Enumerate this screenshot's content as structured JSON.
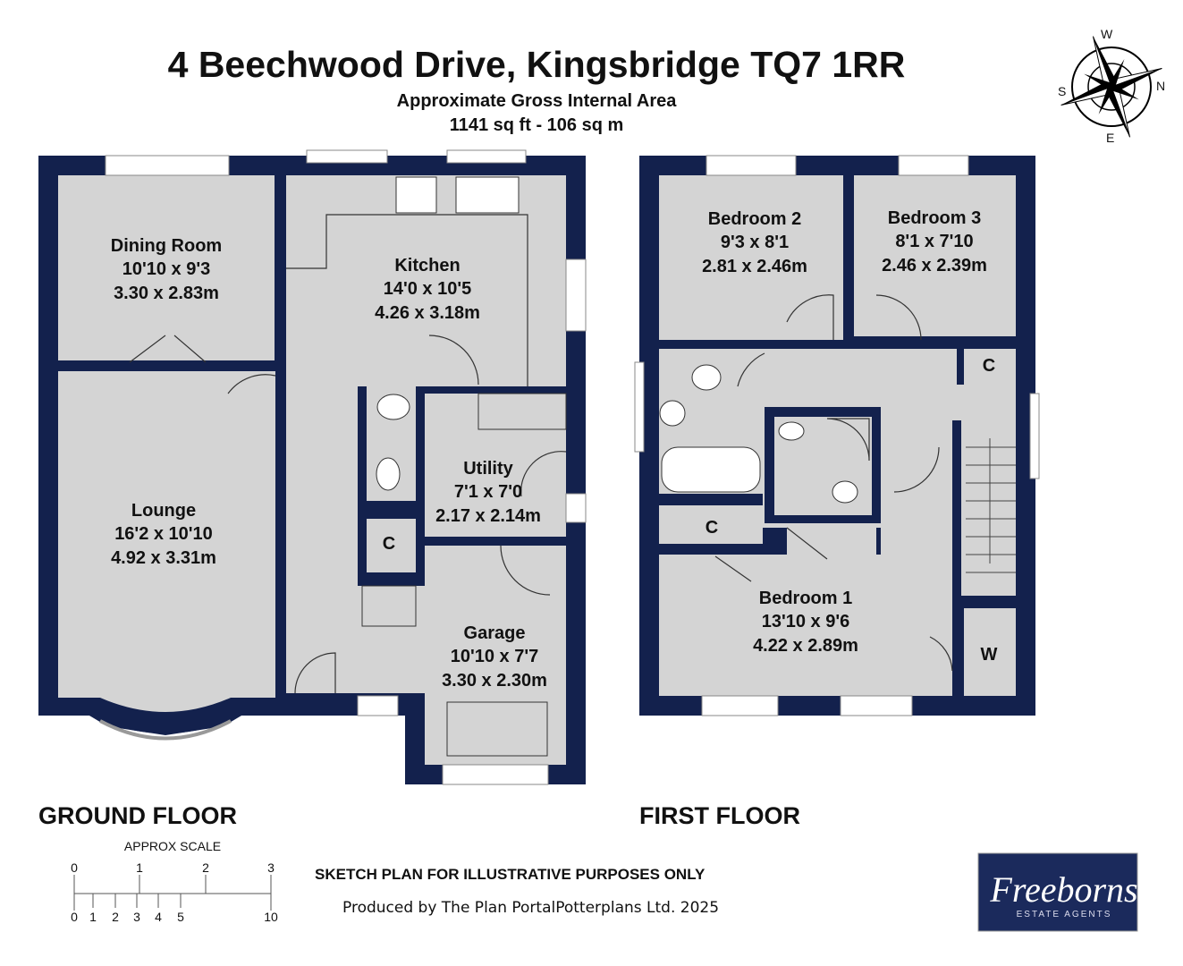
{
  "header": {
    "title": "4 Beechwood Drive, Kingsbridge TQ7 1RR",
    "subtitle": "Approximate Gross Internal Area",
    "area": "1141 sq ft - 106 sq m"
  },
  "compass": {
    "labels": [
      "W",
      "N",
      "E",
      "S"
    ],
    "icon": "compass-rose-icon"
  },
  "ground_floor": {
    "label": "GROUND FLOOR",
    "rooms": [
      {
        "name": "Dining Room",
        "imperial": "10'10 x 9'3",
        "metric": "3.30 x 2.83m"
      },
      {
        "name": "Kitchen",
        "imperial": "14'0 x 10'5",
        "metric": "4.26 x 3.18m"
      },
      {
        "name": "Lounge",
        "imperial": "16'2 x 10'10",
        "metric": "4.92 x 3.31m"
      },
      {
        "name": "Utility",
        "imperial": "7'1 x 7'0",
        "metric": "2.17 x 2.14m"
      },
      {
        "name": "Garage",
        "imperial": "10'10 x 7'7",
        "metric": "3.30 x 2.30m"
      }
    ],
    "cupboard": "C"
  },
  "first_floor": {
    "label": "FIRST FLOOR",
    "rooms": [
      {
        "name": "Bedroom 2",
        "imperial": "9'3 x 8'1",
        "metric": "2.81 x 2.46m"
      },
      {
        "name": "Bedroom 3",
        "imperial": "8'1 x 7'10",
        "metric": "2.46 x 2.39m"
      },
      {
        "name": "Bedroom 1",
        "imperial": "13'10 x 9'6",
        "metric": "4.22 x 2.89m"
      }
    ],
    "cupboard_1": "C",
    "cupboard_2": "C",
    "wardrobe": "W"
  },
  "scale": {
    "label": "APPROX SCALE",
    "top_ticks": [
      "0",
      "1",
      "2",
      "3"
    ],
    "bottom_ticks": [
      "0",
      "1",
      "2",
      "3",
      "4",
      "5",
      "10"
    ]
  },
  "footer": {
    "disclaimer": "SKETCH PLAN FOR ILLUSTRATIVE PURPOSES ONLY",
    "produced_by": "Produced by The Plan PortalPotterplans Ltd. 2025"
  },
  "logo": {
    "brand": "Freeborns",
    "tagline": "ESTATE AGENTS"
  },
  "colors": {
    "wall": "#13214d",
    "floor": "#d4d4d4",
    "logo_bg": "#1b2a5c"
  }
}
